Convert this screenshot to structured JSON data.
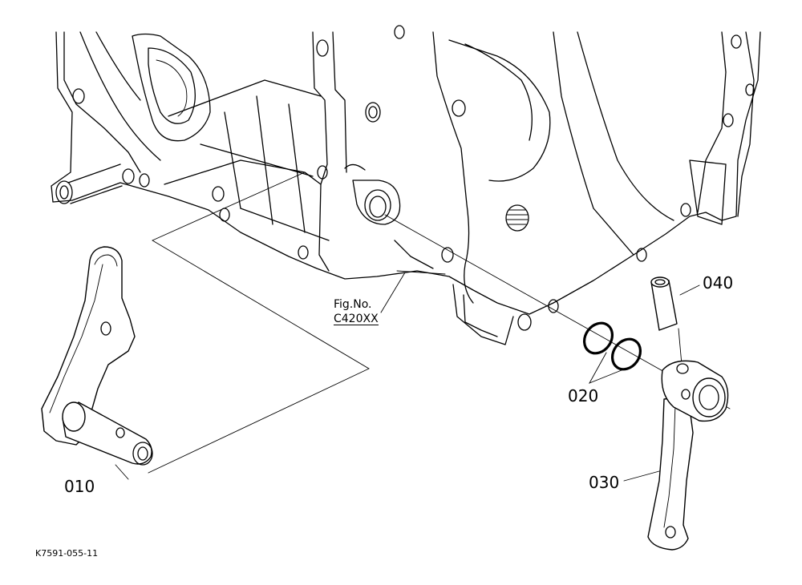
{
  "diagram": {
    "reference": {
      "line1": "Fig.No.",
      "line2": "C420XX"
    },
    "parts": [
      {
        "id": "010",
        "label": "010"
      },
      {
        "id": "020",
        "label": "020"
      },
      {
        "id": "030",
        "label": "030"
      },
      {
        "id": "040",
        "label": "040"
      }
    ],
    "footer_code": "K7591-055-11"
  }
}
